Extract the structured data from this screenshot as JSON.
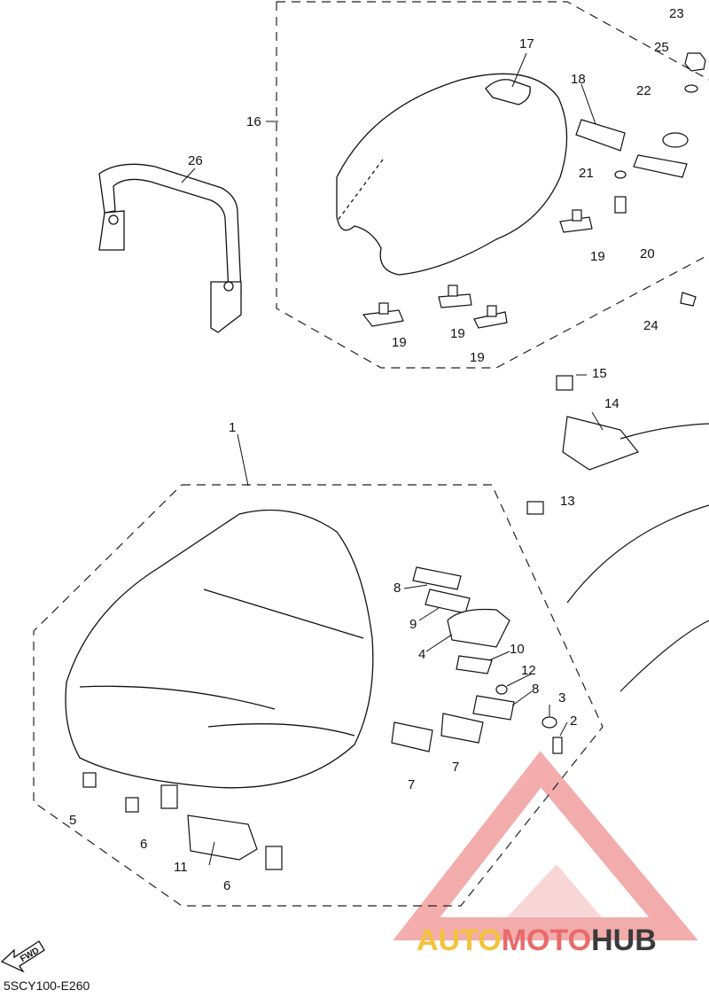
{
  "diagram": {
    "part_code": "5SCY100-E260",
    "fwd_label": "FWD",
    "callouts": {
      "c1": "1",
      "c2": "2",
      "c3": "3",
      "c4": "4",
      "c5": "5",
      "c6a": "6",
      "c6b": "6",
      "c7a": "7",
      "c7b": "7",
      "c8a": "8",
      "c8b": "8",
      "c9": "9",
      "c10": "10",
      "c11": "11",
      "c12": "12",
      "c13": "13",
      "c14": "14",
      "c15": "15",
      "c16": "16",
      "c17": "17",
      "c18": "18",
      "c19a": "19",
      "c19b": "19",
      "c19c": "19",
      "c19d": "19",
      "c20": "20",
      "c21": "21",
      "c22": "22",
      "c23": "23",
      "c24": "24",
      "c25": "25",
      "c26": "26"
    }
  },
  "watermark": {
    "part1": "AUTO",
    "part2": "MOTO",
    "part3": "HUB",
    "colors": {
      "yellow": "#f3c33a",
      "red": "#e96a6a",
      "dark": "#3a3a3a"
    }
  }
}
